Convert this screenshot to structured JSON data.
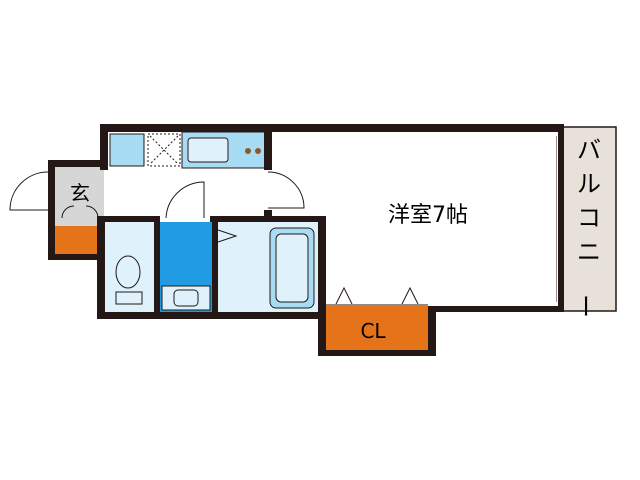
{
  "floor_plan": {
    "rooms": {
      "western_room": "洋室7帖",
      "entrance": "玄",
      "closet": "CL",
      "balcony": "バルコニー"
    }
  },
  "colors": {
    "wall": "#231815",
    "floor_main": "#ffffff",
    "wet_area": "#dff2fc",
    "fixture_blue": "#1e9be2",
    "fixture_light": "#a8dcf4",
    "orange": "#e4731a",
    "balcony": "#e7e1d9",
    "entrance_gray": "#d6d6d6"
  }
}
